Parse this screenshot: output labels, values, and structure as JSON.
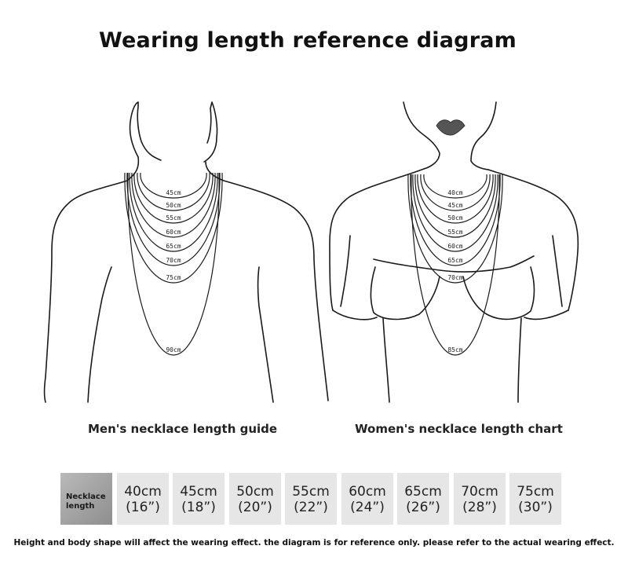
{
  "title": "Wearing length reference diagram",
  "men": {
    "caption": "Men's necklace length guide",
    "lengths": [
      "45cm",
      "50cm",
      "55cm",
      "60cm",
      "65cm",
      "70cm",
      "75cm",
      "90cm"
    ]
  },
  "women": {
    "caption": "Women's necklace length chart",
    "lengths": [
      "40cm",
      "45cm",
      "50cm",
      "55cm",
      "60cm",
      "65cm",
      "70cm",
      "85cm"
    ]
  },
  "table": {
    "header": [
      "Necklace",
      "length"
    ],
    "cells": [
      {
        "cm": "40cm",
        "inch": "(16”)"
      },
      {
        "cm": "45cm",
        "inch": "(18”)"
      },
      {
        "cm": "50cm",
        "inch": "(20”)"
      },
      {
        "cm": "55cm",
        "inch": "(22”)"
      },
      {
        "cm": "60cm",
        "inch": "(24”)"
      },
      {
        "cm": "65cm",
        "inch": "(26”)"
      },
      {
        "cm": "70cm",
        "inch": "(28”)"
      },
      {
        "cm": "75cm",
        "inch": "(30”)"
      }
    ]
  },
  "note": "Height and body shape will affect the wearing effect. the diagram is for reference only. please refer to the actual wearing effect."
}
